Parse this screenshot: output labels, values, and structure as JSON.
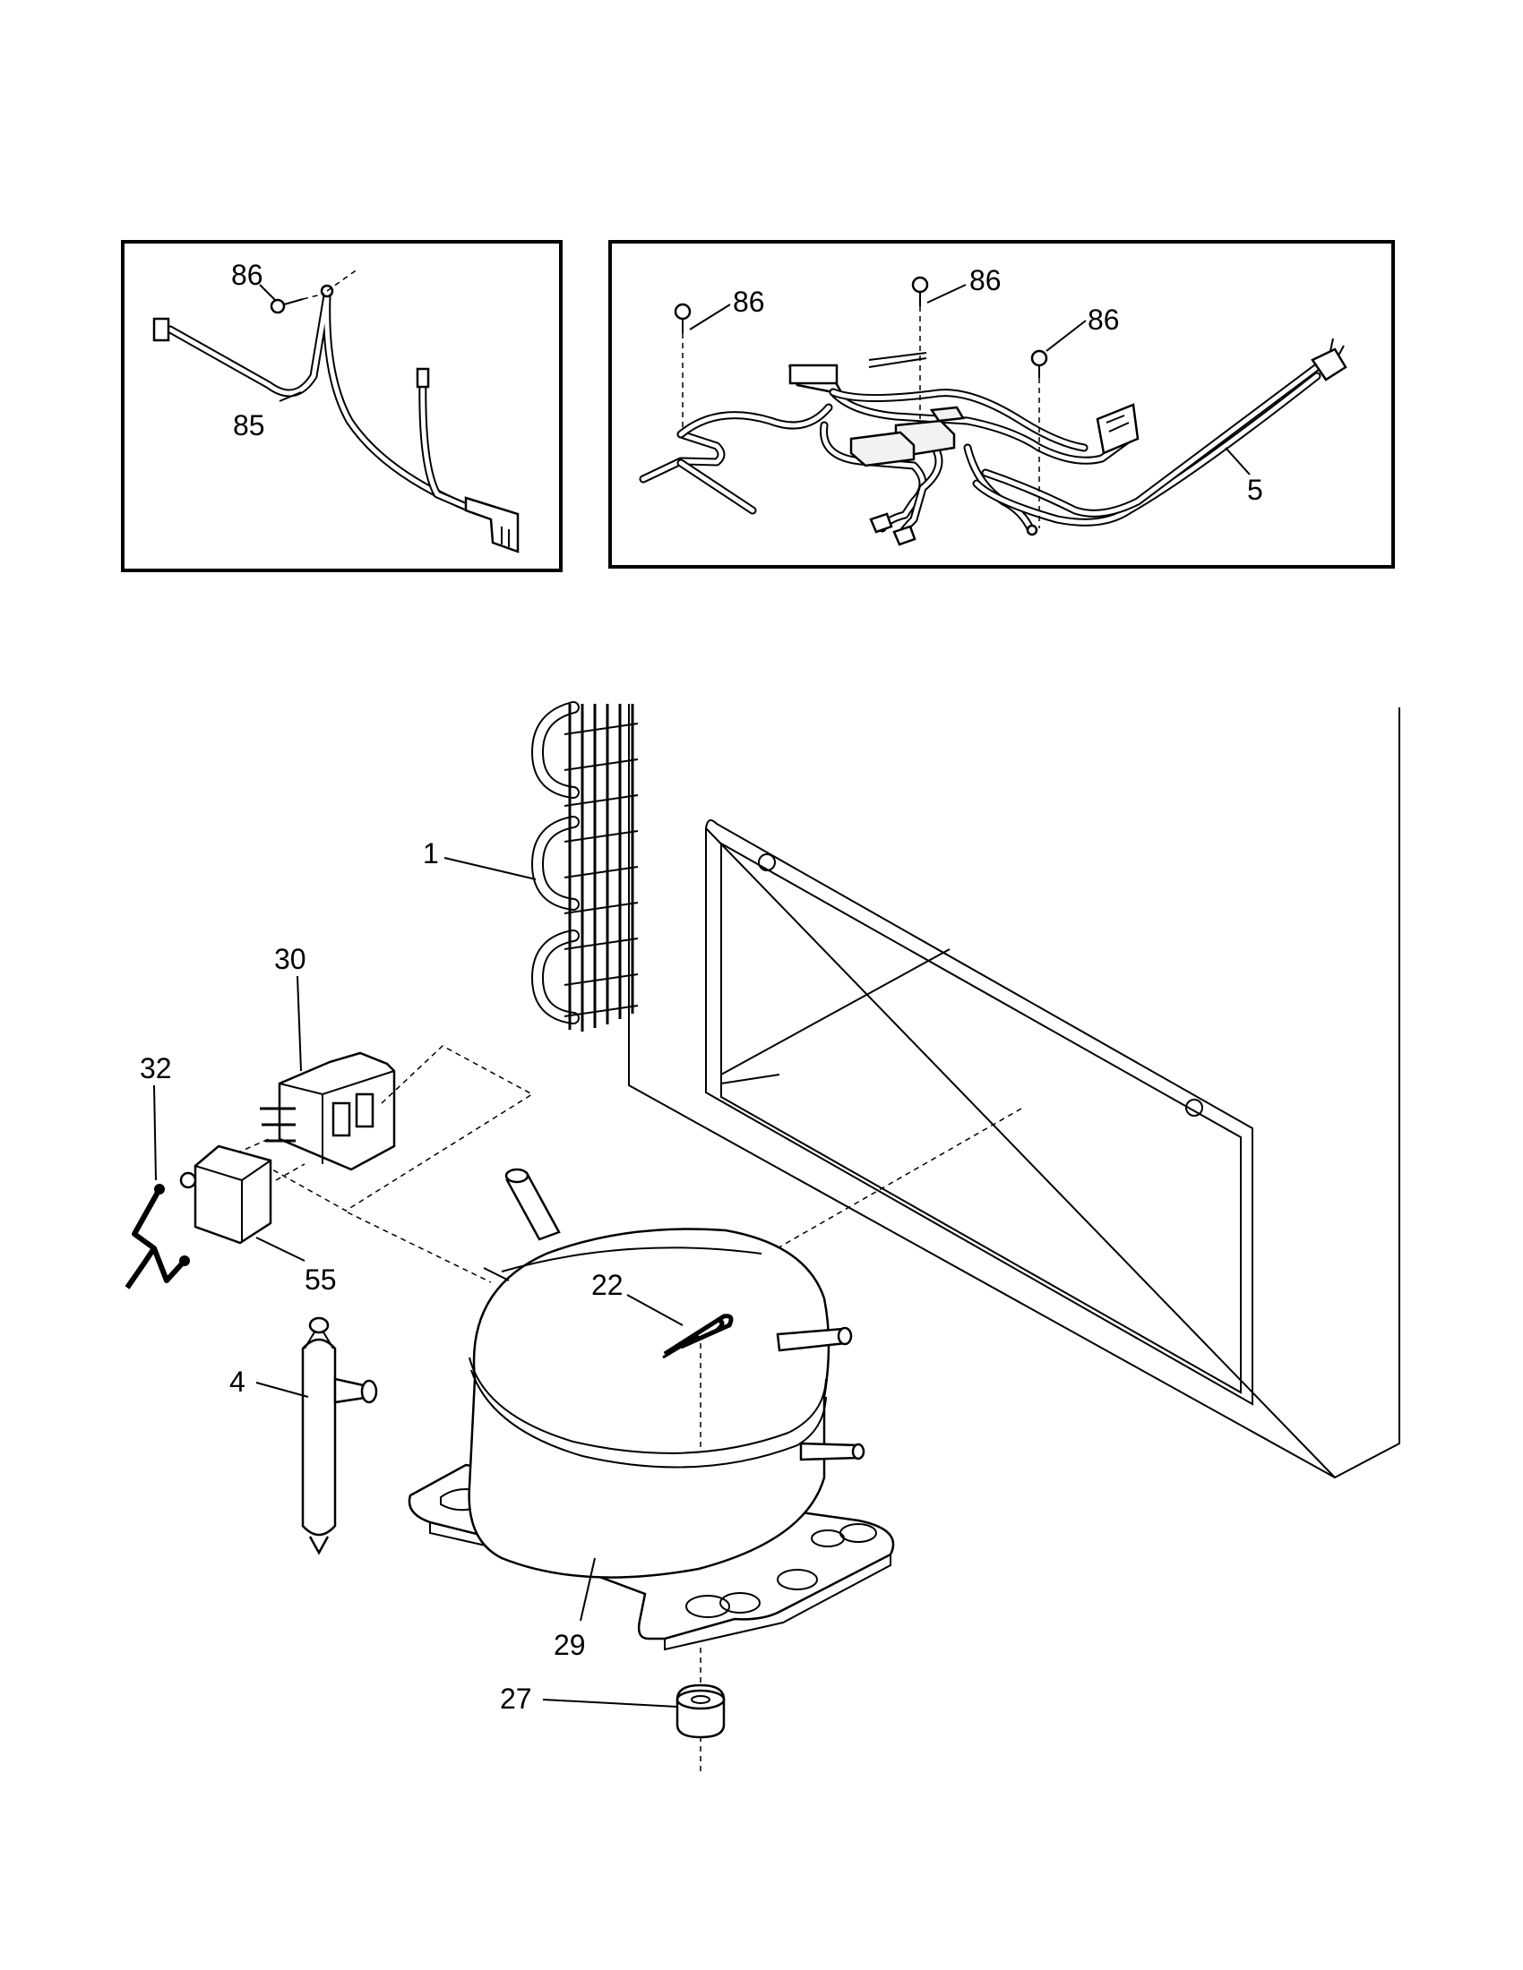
{
  "labels": {
    "tl_screw": "86",
    "tl_harness": "85",
    "tr_screw_left": "86",
    "tr_screw_mid": "86",
    "tr_screw_right": "86",
    "tr_power_cord": "5",
    "condenser": "1",
    "relay_bracket": "30",
    "clip": "32",
    "overload_relay": "55",
    "drier": "4",
    "clamp": "22",
    "compressor": "29",
    "grommet": "27"
  }
}
